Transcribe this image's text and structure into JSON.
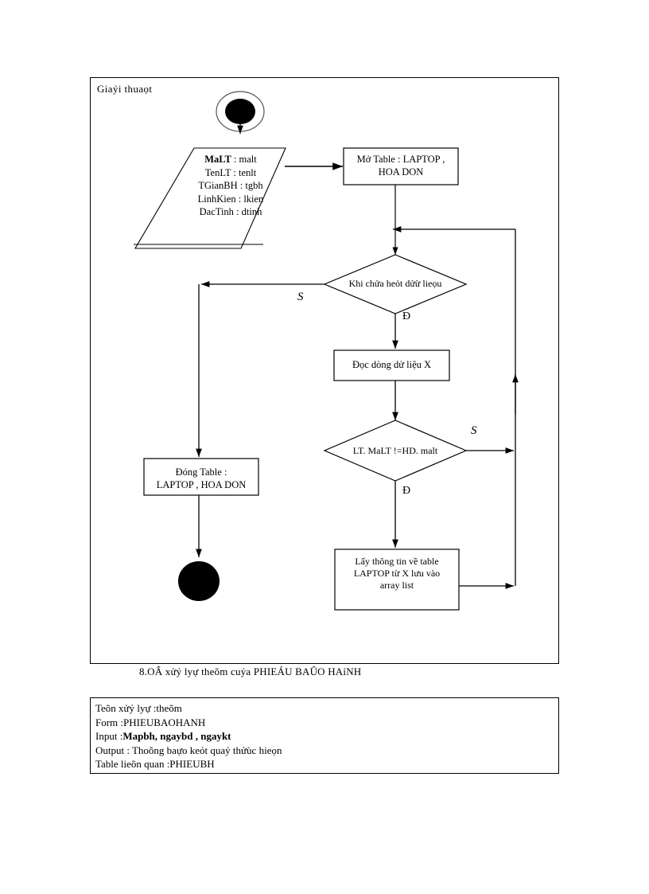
{
  "diagram": {
    "title": "Giaỷi  thuaọt",
    "caption": "8.OÂ xửỷ lyự theõm cuỷa PHIEÁU BAÛO HAỉNH",
    "nodes": {
      "start": {
        "name": "start-node",
        "shape": "filled-circle-in-ring"
      },
      "input": {
        "shape": "parallelogram",
        "lines": [
          {
            "key": "MaLT",
            "value": ": malt",
            "bold": true
          },
          {
            "key": "TenLT",
            "value": ": tenlt",
            "bold": false
          },
          {
            "key": "TGianBH",
            "value": ": tgbh",
            "bold": false
          },
          {
            "key": "LinhKien",
            "value": ": lkien",
            "bold": false
          },
          {
            "key": "DacTinh",
            "value": ": dtinh",
            "bold": false
          }
        ]
      },
      "open_table": {
        "shape": "rect",
        "text": "Mở Table : LAPTOP ,\nHOA DON"
      },
      "decision_more_data": {
        "shape": "diamond",
        "text": "Khi chửa heỏt dửừ lieọu"
      },
      "read_row": {
        "shape": "rect",
        "text": "Ðọc dòng dử liệu X"
      },
      "decision_compare": {
        "shape": "diamond",
        "text": "LT. MaLT !=HD. malt"
      },
      "collect": {
        "shape": "rect",
        "text": "Lấy thông tin về table\nLAPTOP từ X lưu vào\narray list"
      },
      "close_table": {
        "shape": "rect",
        "text": "Ðóng Table :\nLAPTOP , HOA DON"
      },
      "end": {
        "name": "end-node",
        "shape": "filled-circle"
      }
    },
    "branch_labels": {
      "no_left": "S",
      "yes_down": "Ð",
      "no_right": "S",
      "yes_down_2": "Ð"
    }
  },
  "info_table": {
    "rows": [
      {
        "text": "Teõn xửỷ lyự :theõm",
        "bold_part": ""
      },
      {
        "text": "Form :PHIEUBAOHANH",
        "bold_part": ""
      },
      {
        "label": "Input :",
        "bold_part": "Mapbh, ngaybd , ngaykt"
      },
      {
        "text": "Output : Thoõng baựo keỏt quaỷ thửùc hieọn",
        "bold_part": ""
      },
      {
        "text": "Table lieõn  quan :PHIEUBH",
        "bold_part": ""
      }
    ]
  },
  "colors": {
    "stroke": "#000000",
    "background": "#ffffff",
    "fill_node": "#000000"
  }
}
